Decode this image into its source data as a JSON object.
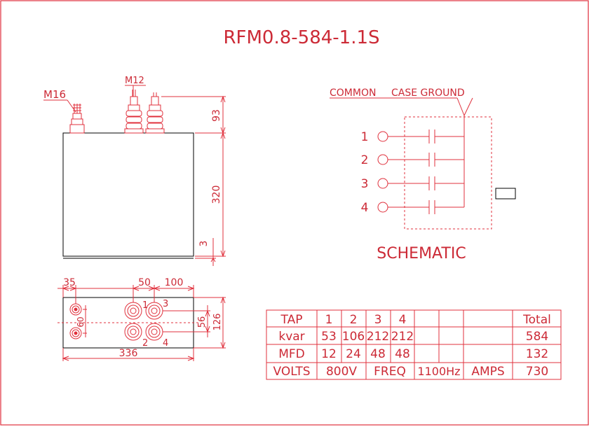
{
  "title": "RFM0.8-584-1.1S",
  "front_view": {
    "label_left_terminal": "M16",
    "label_center_terminal": "M12",
    "dim_top": "93",
    "dim_body": "320",
    "dim_base": "3"
  },
  "top_view": {
    "dim_35": "35",
    "dim_50": "50",
    "dim_100": "100",
    "dim_60": "60",
    "dim_56": "56",
    "dim_126": "126",
    "dim_336": "336",
    "term_1": "1",
    "term_2": "2",
    "term_3": "3",
    "term_4": "4"
  },
  "schematic": {
    "common_label": "COMMON",
    "case_ground_label": "CASE GROUND",
    "taps": [
      "1",
      "2",
      "3",
      "4"
    ],
    "caption": "SCHEMATIC"
  },
  "table": {
    "row_tap": {
      "label": "TAP",
      "cells": [
        "1",
        "2",
        "3",
        "4",
        "",
        "",
        ""
      ],
      "total": "Total"
    },
    "row_kvar": {
      "label": "kvar",
      "cells": [
        "53",
        "106",
        "212",
        "212",
        "",
        "",
        ""
      ],
      "total": "584"
    },
    "row_mfd": {
      "label": "MFD",
      "cells": [
        "12",
        "24",
        "48",
        "48",
        "",
        "",
        ""
      ],
      "total": "132"
    },
    "row_volts": {
      "volts_label": "VOLTS",
      "volts_value": "800V",
      "freq_label": "FREQ",
      "freq_value": "1100Hz",
      "amps_label": "AMPS",
      "amps_value": "730"
    }
  },
  "colors": {
    "line": "#e0303c",
    "text": "#cc2a36",
    "outline": "#000000"
  }
}
